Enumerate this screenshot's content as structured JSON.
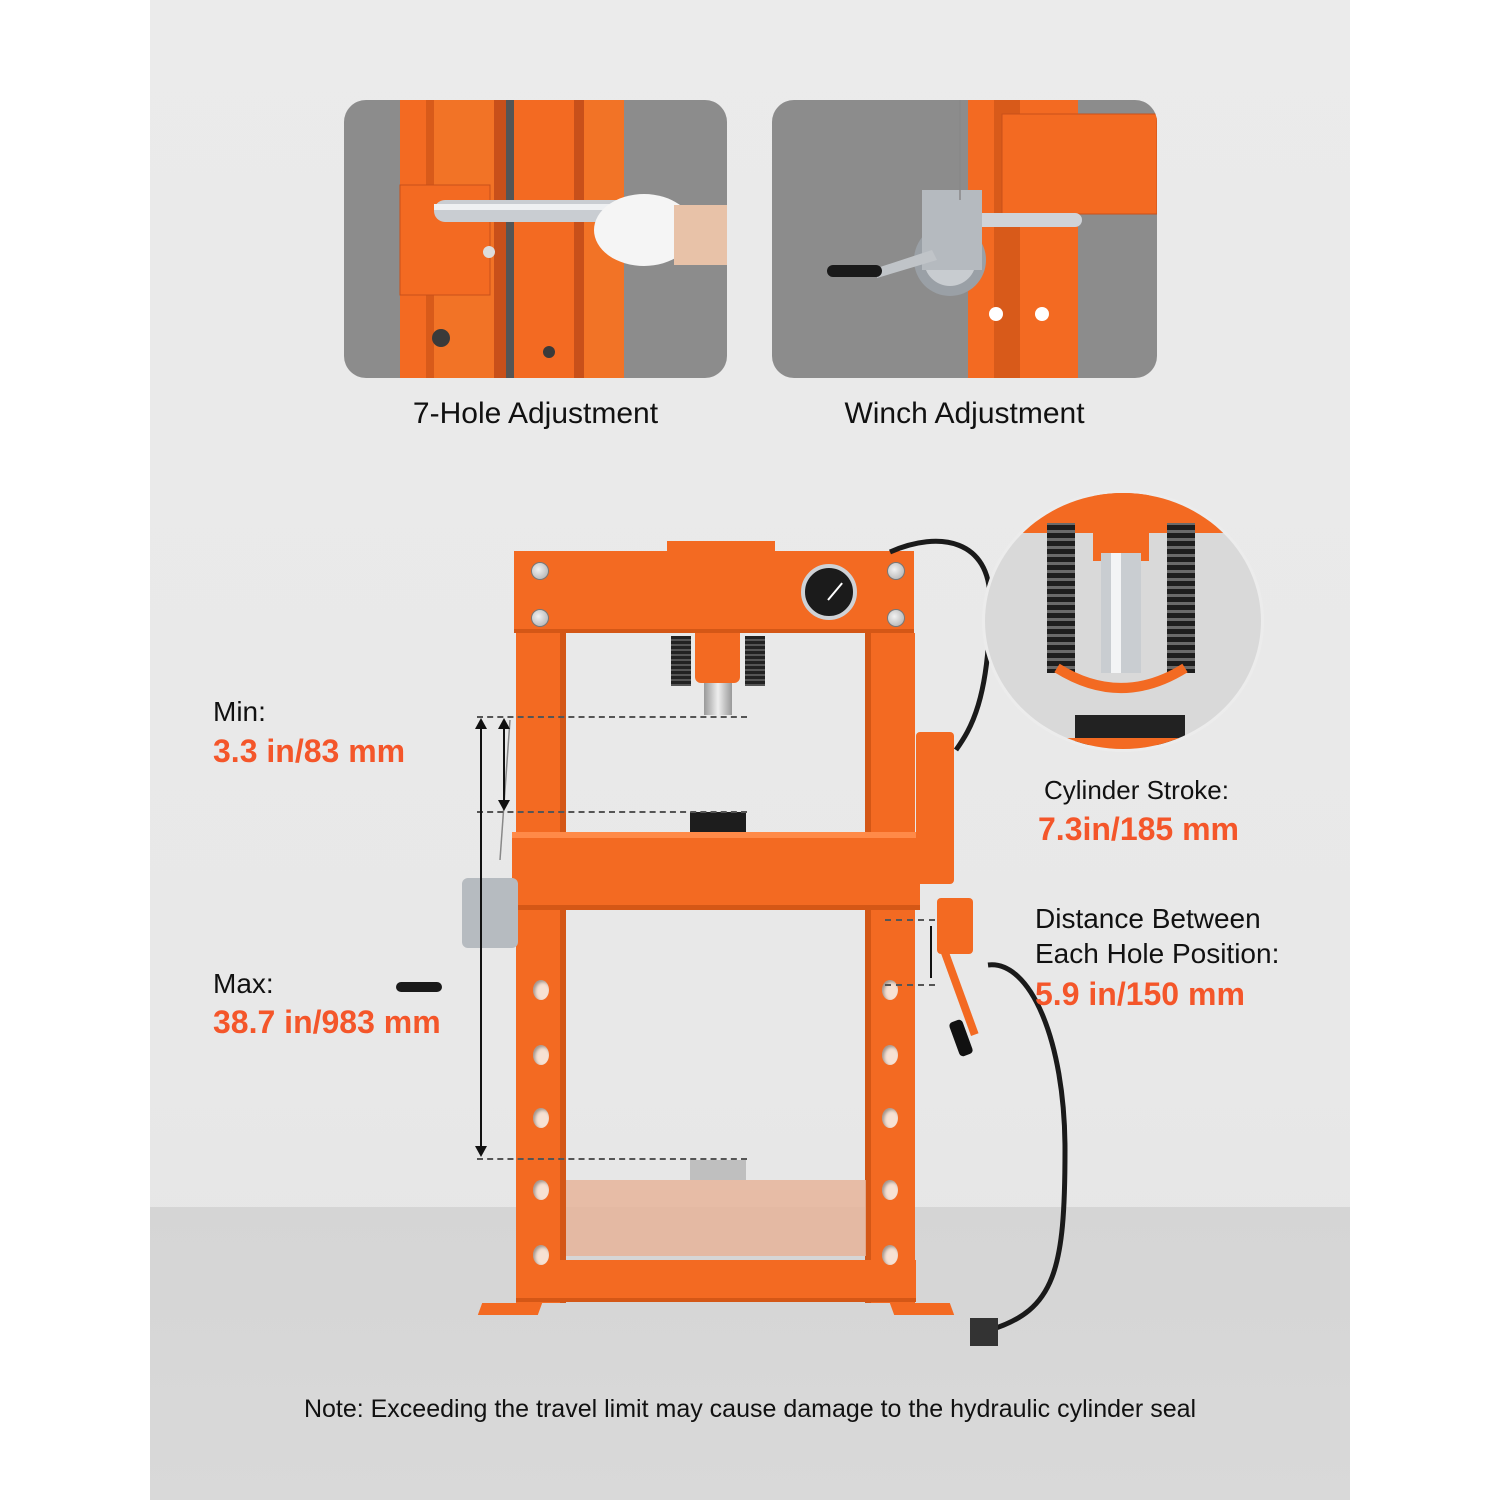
{
  "detail_photos": [
    {
      "caption": "7-Hole Adjustment",
      "icon": "hole-adjustment-photo"
    },
    {
      "caption": "Winch Adjustment",
      "icon": "winch-adjustment-photo"
    }
  ],
  "callouts": {
    "min": {
      "label": "Min:",
      "value": "3.3 in/83 mm"
    },
    "max": {
      "label": "Max:",
      "value": "38.7 in/983 mm"
    },
    "cylinder_stroke": {
      "label": "Cylinder Stroke:",
      "value": "7.3in/185 mm"
    },
    "hole_distance": {
      "label_line1": "Distance Between",
      "label_line2": "Each Hole Position:",
      "value": "5.9 in/150 mm"
    }
  },
  "note": "Note: Exceeding the travel limit may cause damage to the hydraulic cylinder seal",
  "colors": {
    "accent": "#f4562a",
    "frame": "#f36a22",
    "background": "#e9e9e9"
  }
}
